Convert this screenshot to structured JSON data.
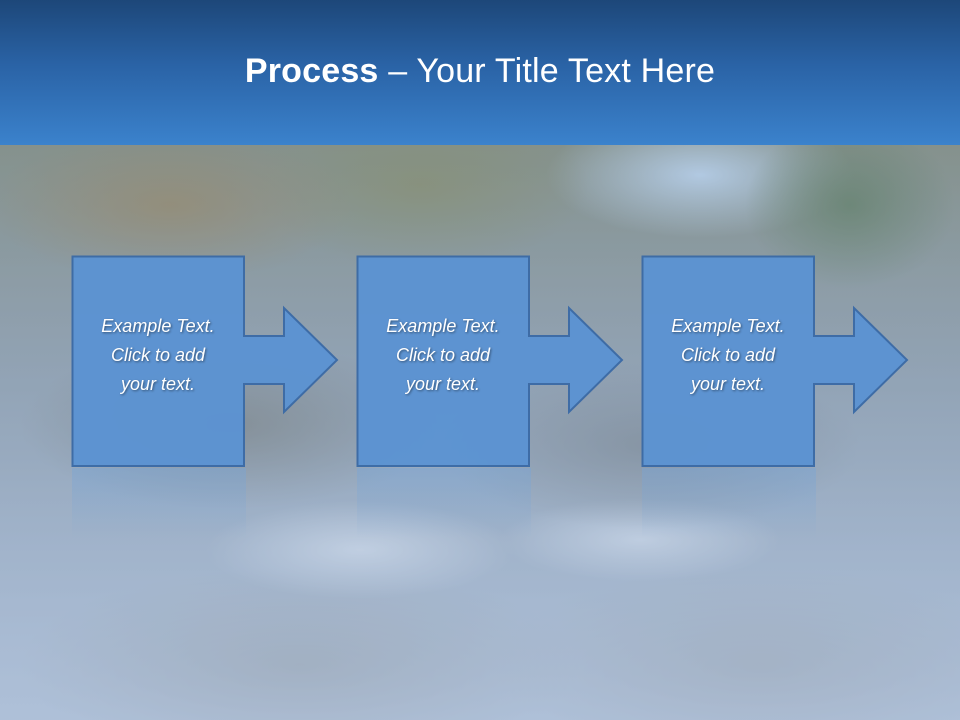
{
  "title": {
    "bold": "Process",
    "rest": " – Your Title Text Here"
  },
  "steps": [
    {
      "text": "Example Text.\nClick  to add\nyour text."
    },
    {
      "text": "Example Text.\nClick  to add\nyour text."
    },
    {
      "text": "Example Text.\nClick  to add\nyour text."
    }
  ],
  "colors": {
    "header": "#2a63a6",
    "box": "#5b93d3",
    "box_border": "#3a6aa6"
  },
  "icons": [
    "arrow-right-icon",
    "arrow-right-icon",
    "arrow-right-icon"
  ]
}
